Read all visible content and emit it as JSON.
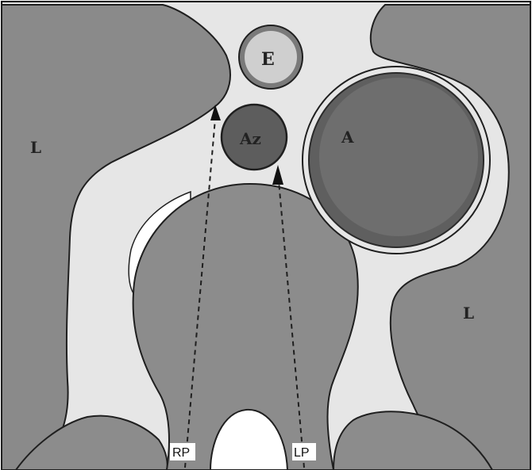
{
  "labels": {
    "left_lung": "L",
    "right_lung": "L",
    "esophagus": "E",
    "azygos": "Az",
    "aorta": "A",
    "right_path": "RP",
    "left_path": "LP"
  },
  "colors": {
    "background": "#e6e6e6",
    "lung": "#8a8a8a",
    "vertebra": "#8c8c8c",
    "aorta": "#6e6e6e",
    "aorta_rim": "#5f5f5f",
    "azygos": "#5d5d5d",
    "esophagus_fill": "#cfcfcf",
    "esophagus_rim": "#7a7a7a",
    "canal": "#ffffff",
    "outline": "#1f1f1f"
  }
}
